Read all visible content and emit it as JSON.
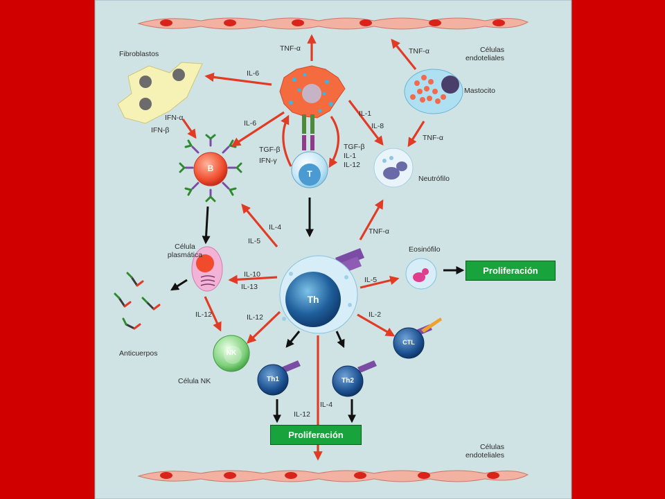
{
  "colors": {
    "frame": "#d10000",
    "panel": "#cfe3e5",
    "arrow_red": "#e23b25",
    "arrow_black": "#111111",
    "button_green": "#19a33c"
  },
  "endothelial": {
    "top_label": "Células\nendoteliales",
    "bottom_label": "Células\nendoteliales"
  },
  "cells": {
    "fibroblasts": "Fibroblastos",
    "mast_cell": "Mastocito",
    "neutrophil": "Neutrófilo",
    "b_cell": "B",
    "t_cell": "T",
    "th_cell": "Th",
    "th1": "Th1",
    "th2": "Th2",
    "ctl": "CTL",
    "nk": "NK",
    "nk_label": "Célula NK",
    "plasma_cell": "Célula\nplasmática",
    "eosinophil": "Eosinófilo",
    "antibodies": "Anticuerpos"
  },
  "cytokines": {
    "tnf_top": "TNF-α",
    "tnf_mast_up": "TNF-α",
    "il6_fib": "IL-6",
    "ifn_alpha": "IFN-α",
    "ifn_beta": "IFN-β",
    "il6_b": "IL-6",
    "il1": "IL-1",
    "il8": "IL-8",
    "tnf_mast_neut": "TNF-α",
    "tgf_left": "TGF-β",
    "ifn_gamma": "IFN-γ",
    "tgf_right": "TGF-β",
    "il1_right": "IL-1",
    "il12_right": "IL-12",
    "il4": "IL-4",
    "il5_b": "IL-5",
    "tnf_neut": "TNF-α",
    "il10": "IL-10",
    "il13": "IL-13",
    "il5_eos": "IL-5",
    "il12_plasma": "IL-12",
    "il12_nk": "IL-12",
    "il2": "IL-2",
    "il4_bottom": "IL-4",
    "il12_bottom": "IL-12"
  },
  "buttons": {
    "proliferation_right": "Proliferación",
    "proliferation_bottom": "Proliferación"
  }
}
